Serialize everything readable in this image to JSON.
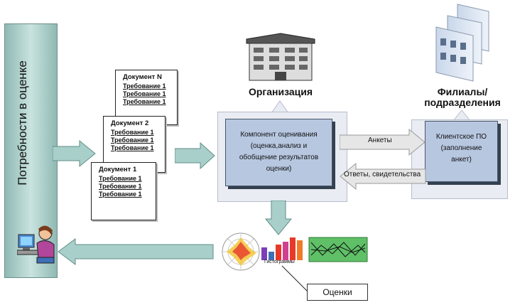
{
  "side_label": "Потребности в оценке",
  "documents": [
    {
      "title": "Документ N",
      "reqs": [
        "Требование 1",
        "Требование 1",
        "Требование 1"
      ]
    },
    {
      "title": "Документ 2",
      "reqs": [
        "Требование 1",
        "Требование 1",
        "Требование 1"
      ]
    },
    {
      "title": "Документ 1",
      "reqs": [
        "Требование 1",
        "Требование 1",
        "Требование 1"
      ]
    }
  ],
  "organization": {
    "title": "Организация",
    "component": [
      "Компонент оценивания",
      "(оценка,анализ и",
      "обобщение результатов",
      "оценки)"
    ]
  },
  "branches": {
    "title_line1": "Филиалы/",
    "title_line2": "подразделения",
    "client": [
      "Клиентское ПО",
      "(заполнение",
      "анкет)"
    ]
  },
  "arrows": {
    "forms": "Анкеты",
    "answers": "Ответы, свидетельства"
  },
  "outputs": {
    "histogram_label": "Гистограммы",
    "results": "Оценки"
  },
  "colors": {
    "teal": "#8fb9b4",
    "component_fill": "#b7c7e0",
    "panel": "#e9ecf2"
  }
}
